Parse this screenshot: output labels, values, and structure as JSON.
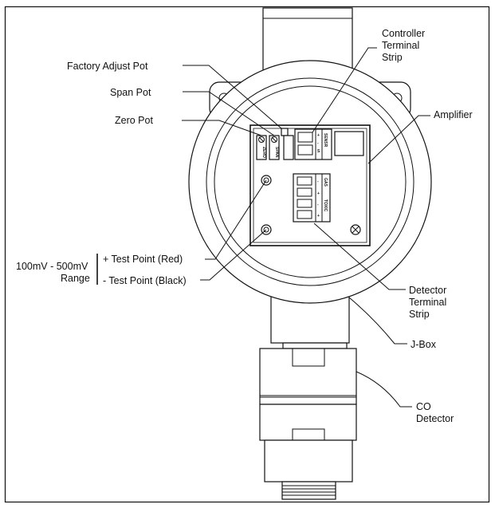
{
  "labels": {
    "factory_adjust_pot": "Factory Adjust Pot",
    "span_pot": "Span Pot",
    "zero_pot": "Zero Pot",
    "controller_terminal_strip": [
      "Controller",
      "Terminal",
      "Strip"
    ],
    "amplifier": "Amplifier",
    "range_value": "100mV - 500mV",
    "range_word": "Range",
    "test_point_red": "+ Test Point (Red)",
    "test_point_black": "- Test Point (Black)",
    "detector_terminal_strip": [
      "Detector",
      "Terminal",
      "Strip"
    ],
    "j_box": "J-Box",
    "co_detector": [
      "CO",
      "Detector"
    ]
  },
  "board_markings": {
    "zero": "ZERO",
    "span": "SPAN",
    "sensor": "SENSR",
    "gas": "GAS",
    "toxic": "TOXIC",
    "plus": "+",
    "minus": "-",
    "s": "S"
  }
}
